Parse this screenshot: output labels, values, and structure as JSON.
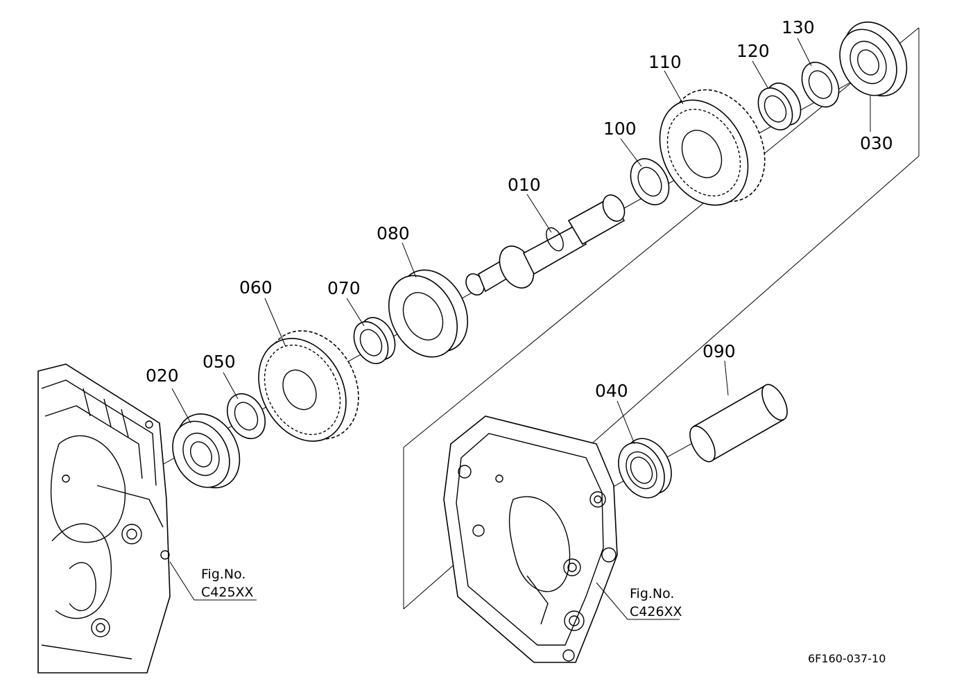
{
  "parts": [
    {
      "id": "p010",
      "number": "010"
    },
    {
      "id": "p020",
      "number": "020"
    },
    {
      "id": "p030",
      "number": "030"
    },
    {
      "id": "p040",
      "number": "040"
    },
    {
      "id": "p050",
      "number": "050"
    },
    {
      "id": "p060",
      "number": "060"
    },
    {
      "id": "p070",
      "number": "070"
    },
    {
      "id": "p080",
      "number": "080"
    },
    {
      "id": "p090",
      "number": "090"
    },
    {
      "id": "p100",
      "number": "100"
    },
    {
      "id": "p110",
      "number": "110"
    },
    {
      "id": "p120",
      "number": "120"
    },
    {
      "id": "p130",
      "number": "130"
    }
  ],
  "references": [
    {
      "line1": "Fig.No.",
      "line2": "C425XX"
    },
    {
      "line1": "Fig.No.",
      "line2": "C426XX"
    }
  ],
  "drawing_number": "6F160-037-10"
}
